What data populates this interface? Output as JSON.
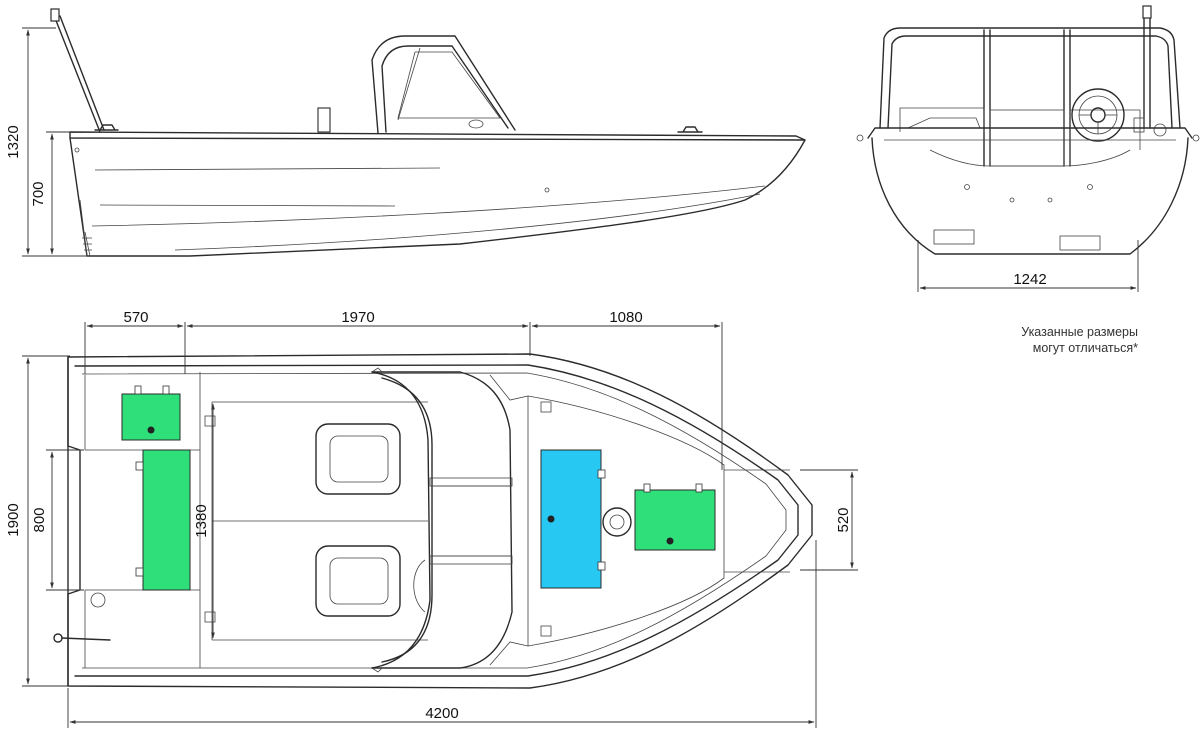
{
  "dimensions": {
    "height_total": "1320",
    "height_side": "700",
    "beam_stern": "1242",
    "seg_stern": "570",
    "seg_mid": "1970",
    "seg_bow": "1080",
    "beam_total": "1900",
    "transom_width": "800",
    "inner_width": "1380",
    "bow_width": "520",
    "length_total": "4200"
  },
  "note": {
    "line1": "Указанные размеры",
    "line2": "могут отличаться*"
  },
  "colors": {
    "hatch_green": "#2fe07a",
    "hatch_blue": "#27c9f2",
    "line": "#2b2b2b"
  }
}
